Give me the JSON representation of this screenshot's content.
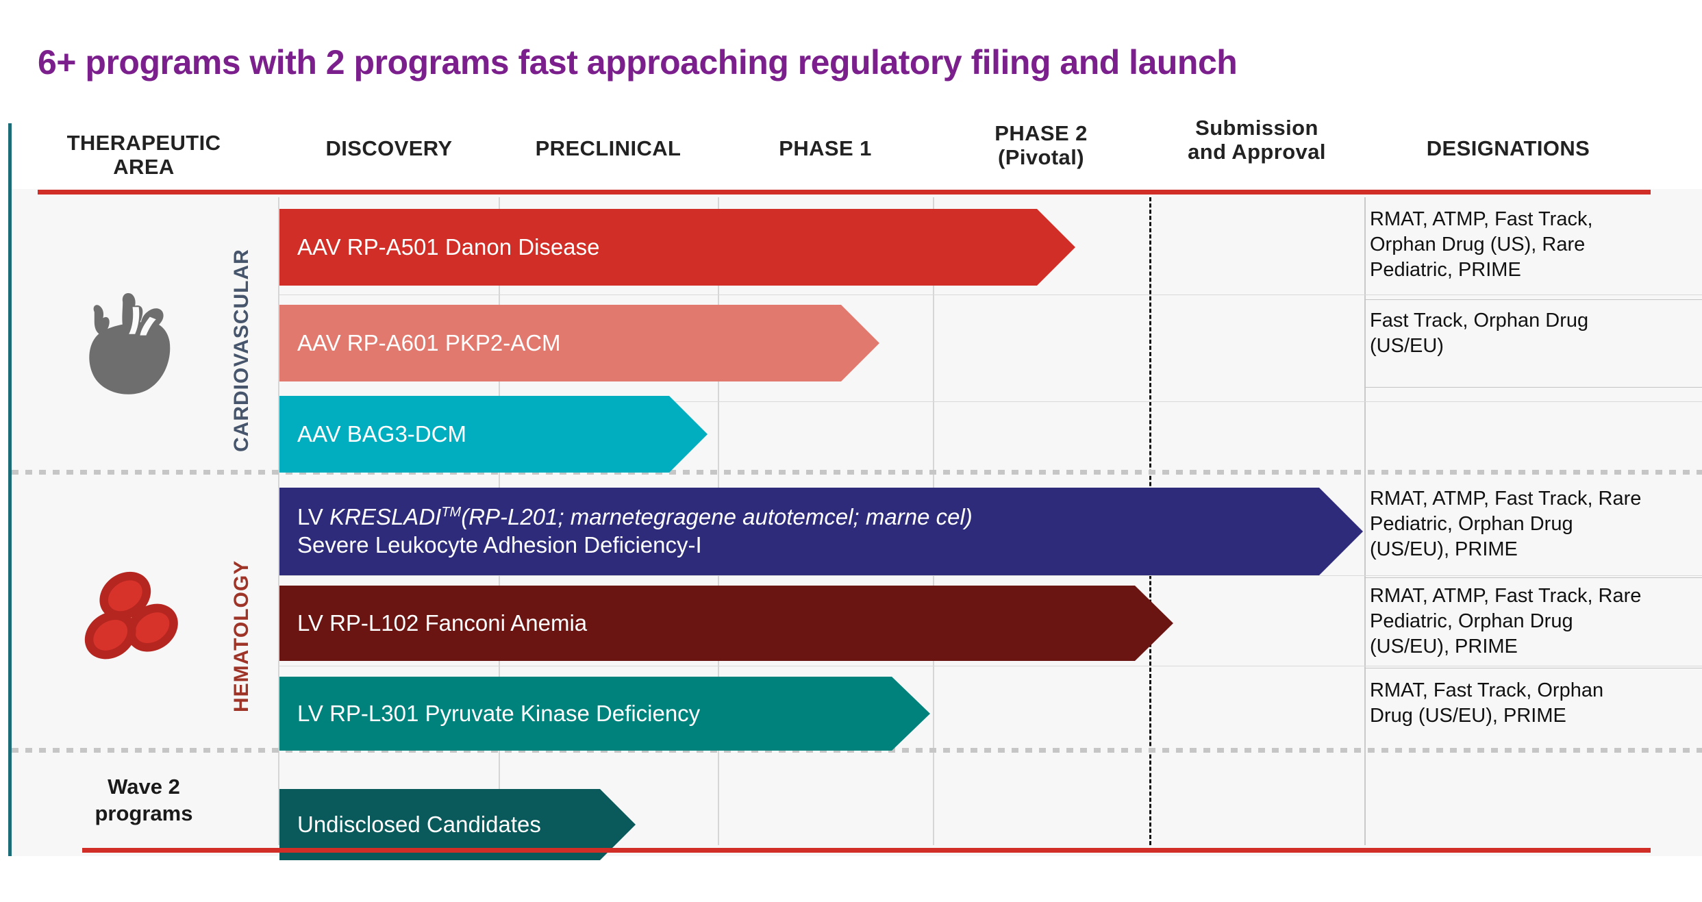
{
  "title": "6+ programs with 2 programs fast approaching regulatory filing and launch",
  "colors": {
    "title_purple": "#7A1F8C",
    "rule_red": "#D02E26",
    "cardio_label": "#46556B",
    "hema_label": "#9E3327",
    "heart_icon": "#6E6E6E",
    "blood_icon_outer": "#B52620",
    "blood_icon_inner": "#D8332A",
    "left_accent_teal": "#1C6C78"
  },
  "columns": [
    {
      "id": "therapeutic-area",
      "label": "THERAPEUTIC\nAREA"
    },
    {
      "id": "discovery",
      "label": "DISCOVERY"
    },
    {
      "id": "preclinical",
      "label": "PRECLINICAL"
    },
    {
      "id": "phase-1",
      "label": "PHASE 1"
    },
    {
      "id": "phase-2",
      "label": "PHASE 2\n(Pivotal)"
    },
    {
      "id": "submission-approval",
      "label": "Submission\nand Approval"
    },
    {
      "id": "designations",
      "label": "DESIGNATIONS"
    }
  ],
  "column_labels": {
    "therapeutic_area_l1": "THERAPEUTIC",
    "therapeutic_area_l2": "AREA",
    "discovery": "DISCOVERY",
    "preclinical": "PRECLINICAL",
    "phase1": "PHASE 1",
    "phase2_l1": "PHASE 2",
    "phase2_l2": "(Pivotal)",
    "submission_l1": "Submission",
    "submission_l2": "and Approval",
    "designations": "DESIGNATIONS"
  },
  "areas": {
    "cardiovascular": "CARDIOVASCULAR",
    "hematology": "HEMATOLOGY",
    "wave2_l1": "Wave 2",
    "wave2_l2": "programs"
  },
  "chart_data": {
    "type": "bar",
    "title": "6+ programs with 2 programs fast approaching regulatory filing and launch",
    "xlabel": "",
    "ylabel": "",
    "stages": [
      "DISCOVERY",
      "PRECLINICAL",
      "PHASE 1",
      "PHASE 2 (Pivotal)",
      "Submission and Approval"
    ],
    "programs": [
      {
        "area": "CARDIOVASCULAR",
        "name": "AAV RP-A501 Danon Disease",
        "stage_reached": "PHASE 2 (Pivotal)",
        "progress_pct": 80,
        "color": "#D02E26",
        "designations": "RMAT, ATMP, Fast Track, Orphan Drug (US), Rare Pediatric, PRIME"
      },
      {
        "area": "CARDIOVASCULAR",
        "name": "AAV RP-A601 PKP2-ACM",
        "stage_reached": "PHASE 1",
        "progress_pct": 64,
        "color": "#E2796E",
        "designations": "Fast Track, Orphan Drug (US/EU)"
      },
      {
        "area": "CARDIOVASCULAR",
        "name": "AAV BAG3-DCM",
        "stage_reached": "PRECLINICAL",
        "progress_pct": 42,
        "color": "#00AEC0",
        "designations": ""
      },
      {
        "area": "HEMATOLOGY",
        "name": "LV KRESLADI™(RP-L201; marnetegragene autotemcel; marne cel) Severe Leukocyte Adhesion Deficiency-I",
        "name_line1_prefix": "LV ",
        "name_line1_italic": "KRESLADI",
        "name_line1_sup": "TM",
        "name_line1_rest": "(RP-L201; marnetegragene autotemcel; marne cel)",
        "name_line2": "Severe Leukocyte Adhesion Deficiency-I",
        "stage_reached": "Submission and Approval",
        "progress_pct": 100,
        "color": "#2D2B7A",
        "designations": "RMAT, ATMP, Fast Track, Rare Pediatric, Orphan Drug (US/EU), PRIME"
      },
      {
        "area": "HEMATOLOGY",
        "name": "LV RP-L102 Fanconi Anemia",
        "stage_reached": "PHASE 2 (Pivotal)",
        "progress_pct": 87,
        "color": "#6B1513",
        "designations": "RMAT, ATMP, Fast Track, Rare Pediatric, Orphan Drug (US/EU), PRIME"
      },
      {
        "area": "HEMATOLOGY",
        "name": "LV RP-L301 Pyruvate Kinase Deficiency",
        "stage_reached": "PHASE 1",
        "progress_pct": 68,
        "color": "#00827C",
        "designations": "RMAT, Fast Track, Orphan Drug (US/EU), PRIME"
      },
      {
        "area": "Wave 2 programs",
        "name": "Undisclosed Candidates",
        "stage_reached": "DISCOVERY",
        "progress_pct": 33,
        "color": "#0A5A5C",
        "designations": ""
      }
    ]
  },
  "rows": {
    "r1": {
      "name": "AAV RP-A501 Danon Disease",
      "desig": "RMAT, ATMP, Fast Track, Orphan Drug (US), Rare Pediatric, PRIME"
    },
    "r2": {
      "name": "AAV RP-A601 PKP2-ACM",
      "desig": "Fast Track, Orphan Drug (US/EU)"
    },
    "r3": {
      "name": "AAV BAG3-DCM",
      "desig": ""
    },
    "r4": {
      "prefix": "LV ",
      "brand": "KRESLADI",
      "sup": "TM",
      "rest": "(RP-L201; marnetegragene autotemcel; marne cel)",
      "line2": "Severe Leukocyte Adhesion Deficiency-I",
      "desig": "RMAT, ATMP, Fast Track, Rare Pediatric, Orphan Drug (US/EU), PRIME"
    },
    "r5": {
      "name": "LV RP-L102 Fanconi Anemia",
      "desig": "RMAT, ATMP, Fast Track, Rare Pediatric, Orphan Drug (US/EU), PRIME"
    },
    "r6": {
      "name": "LV RP-L301 Pyruvate Kinase Deficiency",
      "desig": "RMAT, Fast Track, Orphan Drug (US/EU), PRIME"
    },
    "r7": {
      "name": "Undisclosed Candidates",
      "desig": ""
    }
  },
  "icons": {
    "heart": "anatomical-heart-icon",
    "blood": "red-blood-cells-icon"
  }
}
